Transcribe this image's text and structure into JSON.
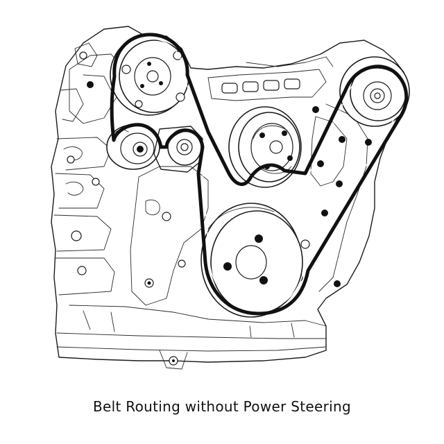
{
  "caption": "Belt Routing without Power Steering",
  "colors": {
    "ink": "#111111",
    "paper": "#ffffff"
  },
  "components": [
    "alternator-pulley",
    "idler-pulley",
    "tensioner-pulley",
    "water-pump-pulley",
    "crankshaft-pulley",
    "serpentine-belt",
    "engine-block",
    "oil-pan"
  ]
}
